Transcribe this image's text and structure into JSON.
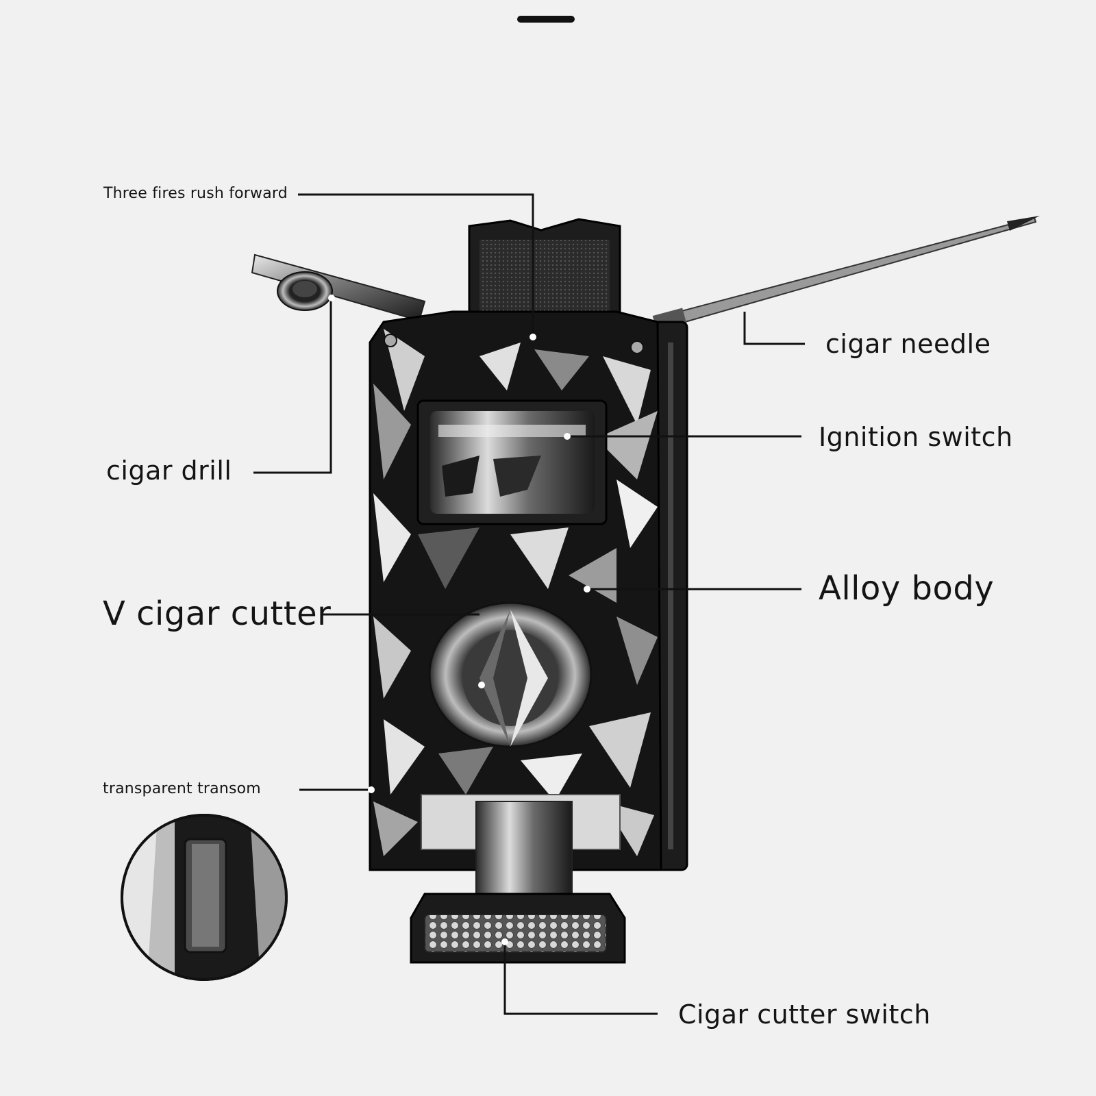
{
  "labels": {
    "three_fires": "Three fires rush forward",
    "cigar_needle": "cigar needle",
    "cigar_drill": "cigar drill",
    "ignition_switch": "Ignition switch",
    "alloy_body": "Alloy body",
    "v_cigar_cutter": "V cigar cutter",
    "transparent_transom": "transparent transom",
    "cigar_cutter_switch": "Cigar cutter switch"
  },
  "colors": {
    "background": "#f1f1f1",
    "line": "#111111",
    "body_dark": "#1a1a1a",
    "chrome": "#8a8a8a"
  }
}
